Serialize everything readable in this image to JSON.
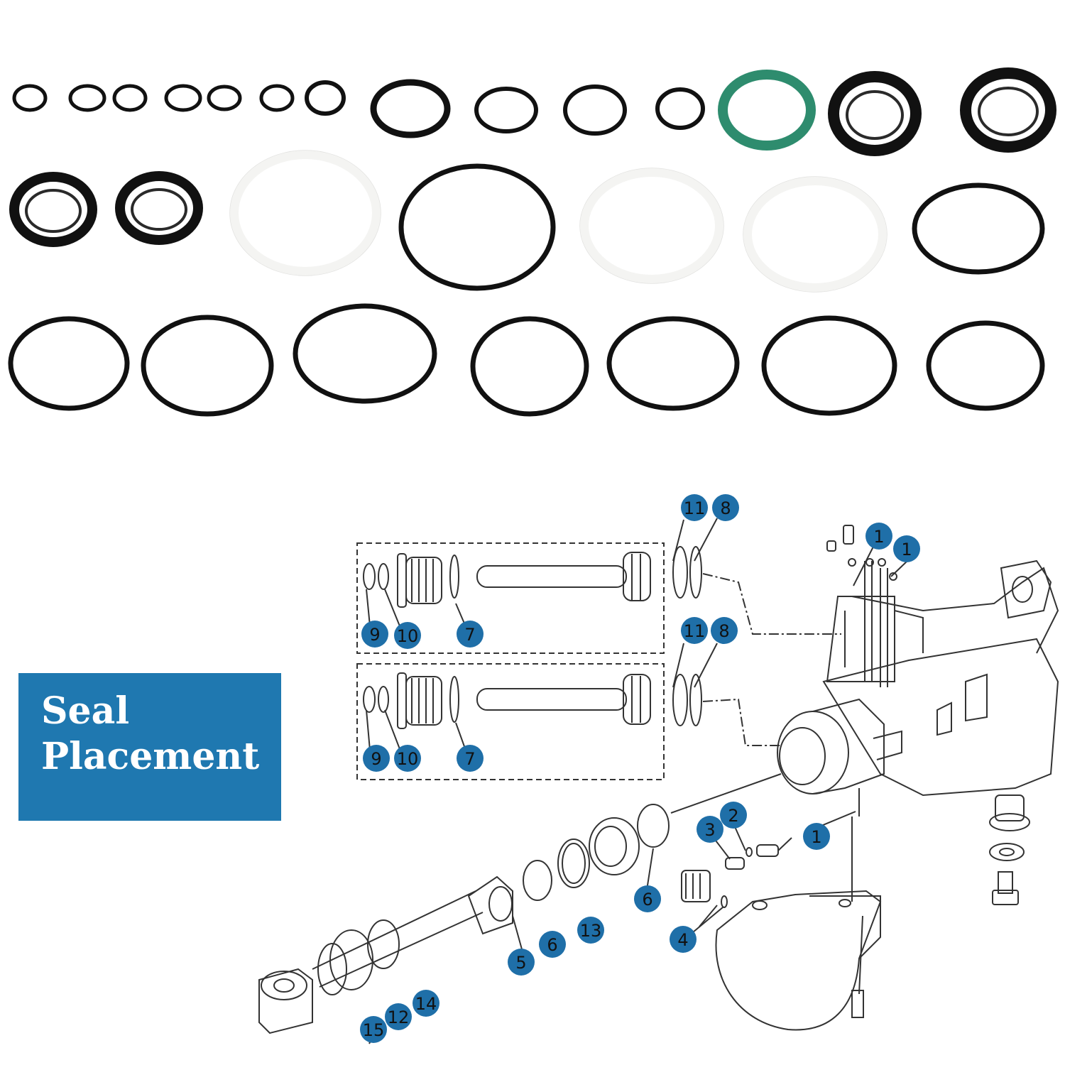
{
  "placement_box": {
    "line1": "Seal",
    "line2": "Placement"
  },
  "colors": {
    "ring_black": "#111111",
    "ring_green": "#2e8c6e",
    "ring_white": "#f4f4f2",
    "callout_blue": "#1f6fa8",
    "box_blue": "#1f78b0",
    "line_art": "#333333"
  },
  "seal_kit": {
    "row1": [
      "o-ring",
      "o-ring",
      "o-ring",
      "o-ring",
      "o-ring",
      "o-ring",
      "o-ring",
      "o-ring",
      "o-ring",
      "o-ring",
      "o-ring",
      "green-lip-seal",
      "lip-seal",
      "lip-seal"
    ],
    "row2": [
      "lip-seal",
      "lip-seal",
      "white-backup-ring",
      "o-ring",
      "white-backup-ring",
      "white-backup-ring",
      "o-ring"
    ],
    "row3": [
      "o-ring",
      "o-ring",
      "o-ring",
      "o-ring",
      "o-ring",
      "o-ring",
      "o-ring"
    ]
  },
  "callouts": [
    "11",
    "8",
    "1",
    "1",
    "9",
    "10",
    "7",
    "11",
    "8",
    "9",
    "10",
    "7",
    "3",
    "2",
    "1",
    "6",
    "4",
    "5",
    "6",
    "13",
    "15",
    "12",
    "14"
  ]
}
